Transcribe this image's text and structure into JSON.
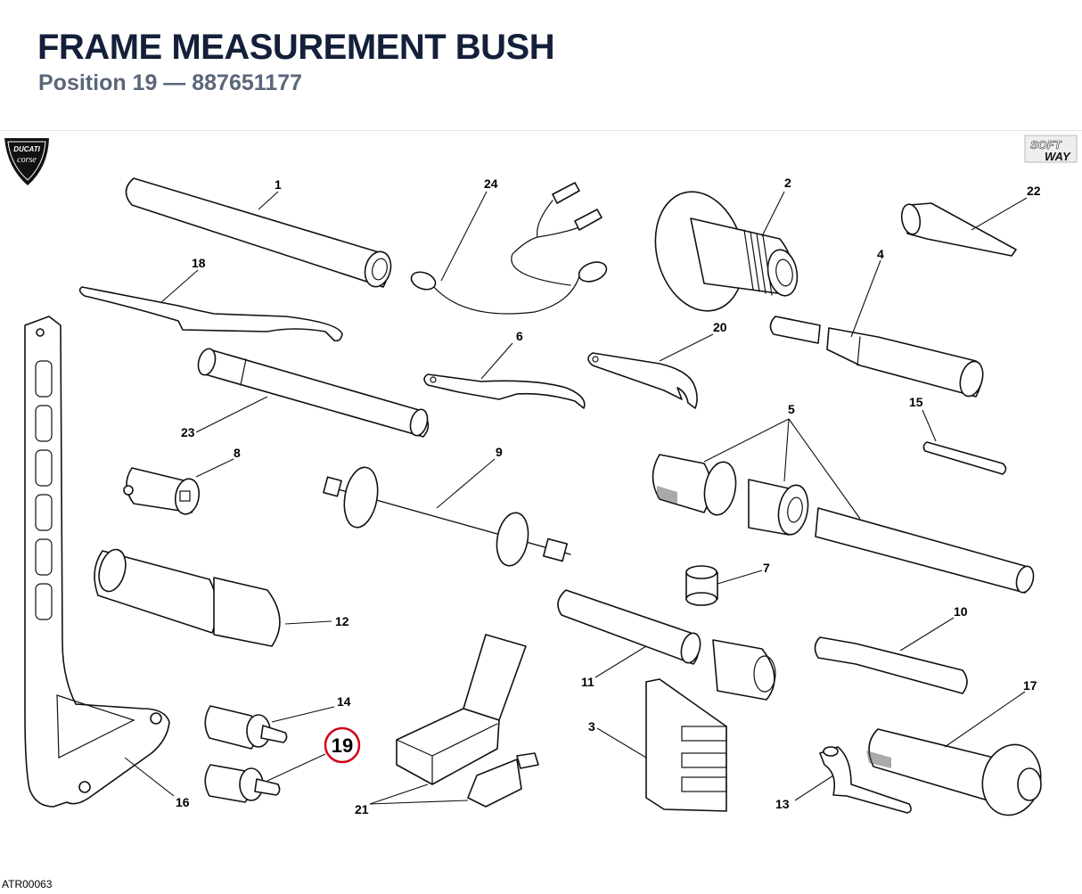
{
  "header": {
    "title": "FRAME MEASUREMENT BUSH",
    "subtitle": "Position 19 — 887651177"
  },
  "brand": {
    "logo_line1": "DUCATI",
    "logo_line2": "corse",
    "softway_line1": "SOFT",
    "softway_line2": "WAY"
  },
  "diagram": {
    "highlight_label": "19",
    "highlight_color": "#d0021b",
    "labels": {
      "p1": "1",
      "p2": "2",
      "p3": "3",
      "p4": "4",
      "p5": "5",
      "p6": "6",
      "p7": "7",
      "p8": "8",
      "p9": "9",
      "p10": "10",
      "p11": "11",
      "p12": "12",
      "p13": "13",
      "p14": "14",
      "p15": "15",
      "p16": "16",
      "p17": "17",
      "p18": "18",
      "p20": "20",
      "p21": "21",
      "p22": "22",
      "p23": "23",
      "p24": "24"
    }
  },
  "footer": {
    "code": "ATR00063"
  }
}
